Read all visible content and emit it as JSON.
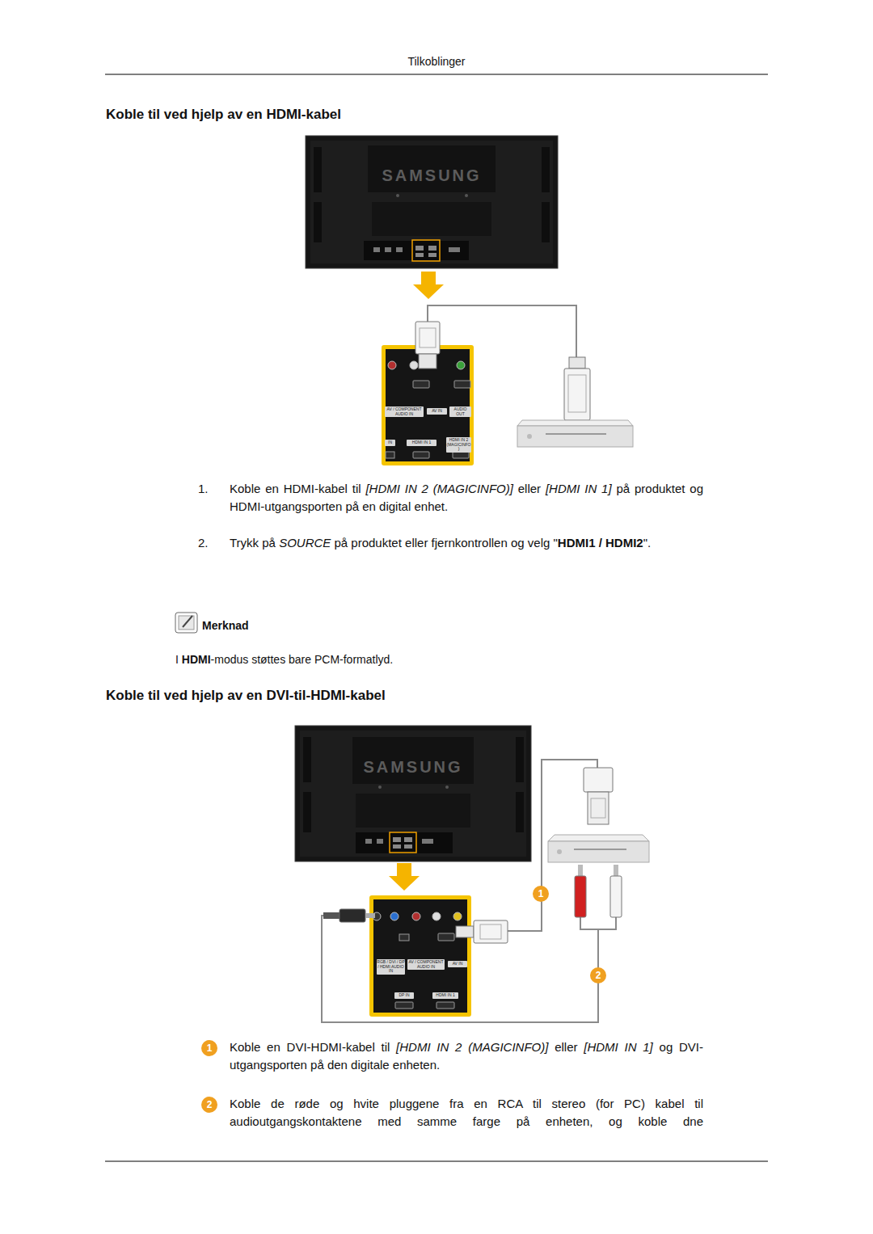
{
  "diagram": {
    "labels": [
      "Tilkoblinger",
      "Koble til ved hjelp av en HDMI-kabel",
      "SAMSUNG",
      "AV / COMPONENT AUDIO IN",
      "AV IN",
      "AUDIO OUT",
      "IN",
      "HDMI IN 1",
      "HDMI IN 2 (MAGICINFO)",
      "1.",
      "Koble en HDMI-kabel til",
      "[HDMI IN 2 (MAGICINFO)]",
      "eller",
      "[HDMI IN 1]",
      "på produktet og HDMI-utgangsporten på en digital enhet.",
      "2.",
      "Trykk på",
      "SOURCE",
      "på produktet eller fjernkontrollen og velg \"",
      "HDMI1 / HDMI2",
      "\".",
      "Merknad",
      "I",
      "HDMI",
      "-modus støttes bare PCM-formatlyd.",
      "Koble til ved hjelp av en DVI-til-HDMI-kabel",
      "SAMSUNG",
      "RGB / DVI / DP / HDMI AUDIO IN",
      "AV / COMPONENT AUDIO IN",
      "AV IN",
      "DP IN",
      "HDMI IN 1",
      "1",
      "2",
      "1",
      "Koble en DVI-HDMI-kabel til",
      "[HDMI IN 2 (MAGICINFO)]",
      "eller",
      "[HDMI IN 1]",
      "og DVI-utgangsporten på den digitale enheten.",
      "2",
      "Koble de røde og hvite pluggene fra en RCA til stereo (for PC) kabel til audioutgangskontaktene med samme farge på enheten, og koble dne"
    ]
  }
}
